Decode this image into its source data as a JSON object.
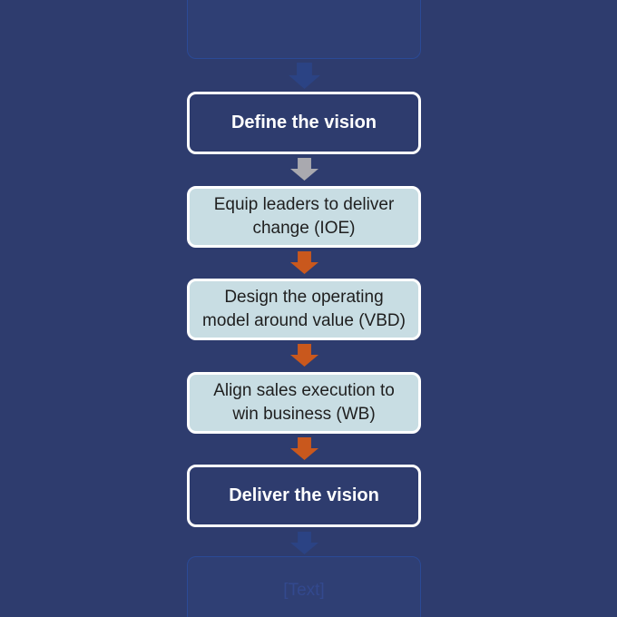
{
  "diagram": {
    "type": "vertical-flowchart",
    "description": "Process flow on dark navy slide background",
    "nodes": [
      {
        "id": "placeholder-top",
        "style": "placeholder",
        "label": ""
      },
      {
        "id": "define-the-vision",
        "style": "dark",
        "label": "Define the vision"
      },
      {
        "id": "equip-leaders",
        "style": "light",
        "label": "Equip leaders to deliver\nchange (IOE)"
      },
      {
        "id": "design-model",
        "style": "light",
        "label": "Design the operating\nmodel around value (VBD)"
      },
      {
        "id": "align-sales",
        "style": "light",
        "label": "Align sales execution to\nwin business (WB)"
      },
      {
        "id": "deliver-the-vision",
        "style": "dark",
        "label": "Deliver the vision"
      },
      {
        "id": "placeholder-bottom",
        "style": "placeholder",
        "label": "[Text]"
      }
    ],
    "connectors": [
      {
        "from": "placeholder-top",
        "to": "define-the-vision",
        "color": "blue"
      },
      {
        "from": "define-the-vision",
        "to": "equip-leaders",
        "color": "gray"
      },
      {
        "from": "equip-leaders",
        "to": "design-model",
        "color": "orange"
      },
      {
        "from": "design-model",
        "to": "align-sales",
        "color": "orange"
      },
      {
        "from": "align-sales",
        "to": "deliver-the-vision",
        "color": "orange"
      },
      {
        "from": "deliver-the-vision",
        "to": "placeholder-bottom",
        "color": "blue"
      }
    ],
    "colors": {
      "background": "#2e3c6e",
      "dark_node_fill": "#2e3c6e",
      "dark_node_border": "#ffffff",
      "dark_node_text": "#ffffff",
      "light_node_fill": "#c8dde3",
      "light_node_border": "#ffffff",
      "light_node_text": "#1f1f1f",
      "placeholder_border": "#2b4a96",
      "placeholder_text": "#33498e",
      "arrow_blue": "#2b4384",
      "arrow_gray": "#a9a9af",
      "arrow_orange": "#c9581d"
    }
  }
}
